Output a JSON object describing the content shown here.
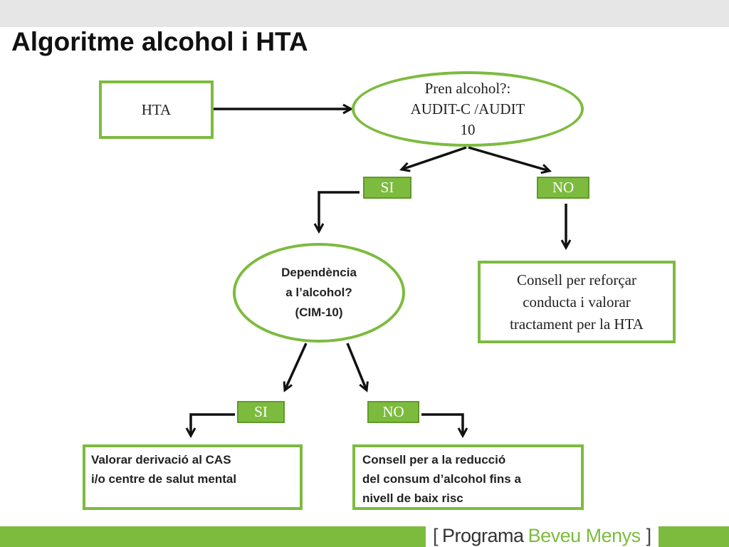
{
  "slide": {
    "title": "Algoritme alcohol i HTA"
  },
  "diagram": {
    "nodes": {
      "hta": "HTA",
      "pren_alcohol": [
        "Pren alcohol?:",
        "AUDIT-C /AUDIT",
        "10"
      ],
      "si_1": "SI",
      "no_1": "NO",
      "dependencia": [
        "Dependència",
        "a l’alcohol?",
        "(CIM-10)"
      ],
      "consell_hta": [
        "Consell per reforçar",
        "conducta i valorar",
        "tractament per la HTA"
      ],
      "si_2": "SI",
      "no_2": "NO",
      "derivacio": [
        "Valorar derivació al CAS",
        "i/o centre de salut mental"
      ],
      "reduccio": [
        "Consell per a la reducció",
        "del consum d’alcohol fins a",
        "nivell de baix risc"
      ]
    }
  },
  "footer": {
    "open_bracket": "[",
    "program": "Programa",
    "brand": "Beveu Menys",
    "close_bracket": "]"
  },
  "colors": {
    "accent_green": "#7dbb3f",
    "topbar": "#e6e6e6",
    "arrow": "#111111"
  }
}
